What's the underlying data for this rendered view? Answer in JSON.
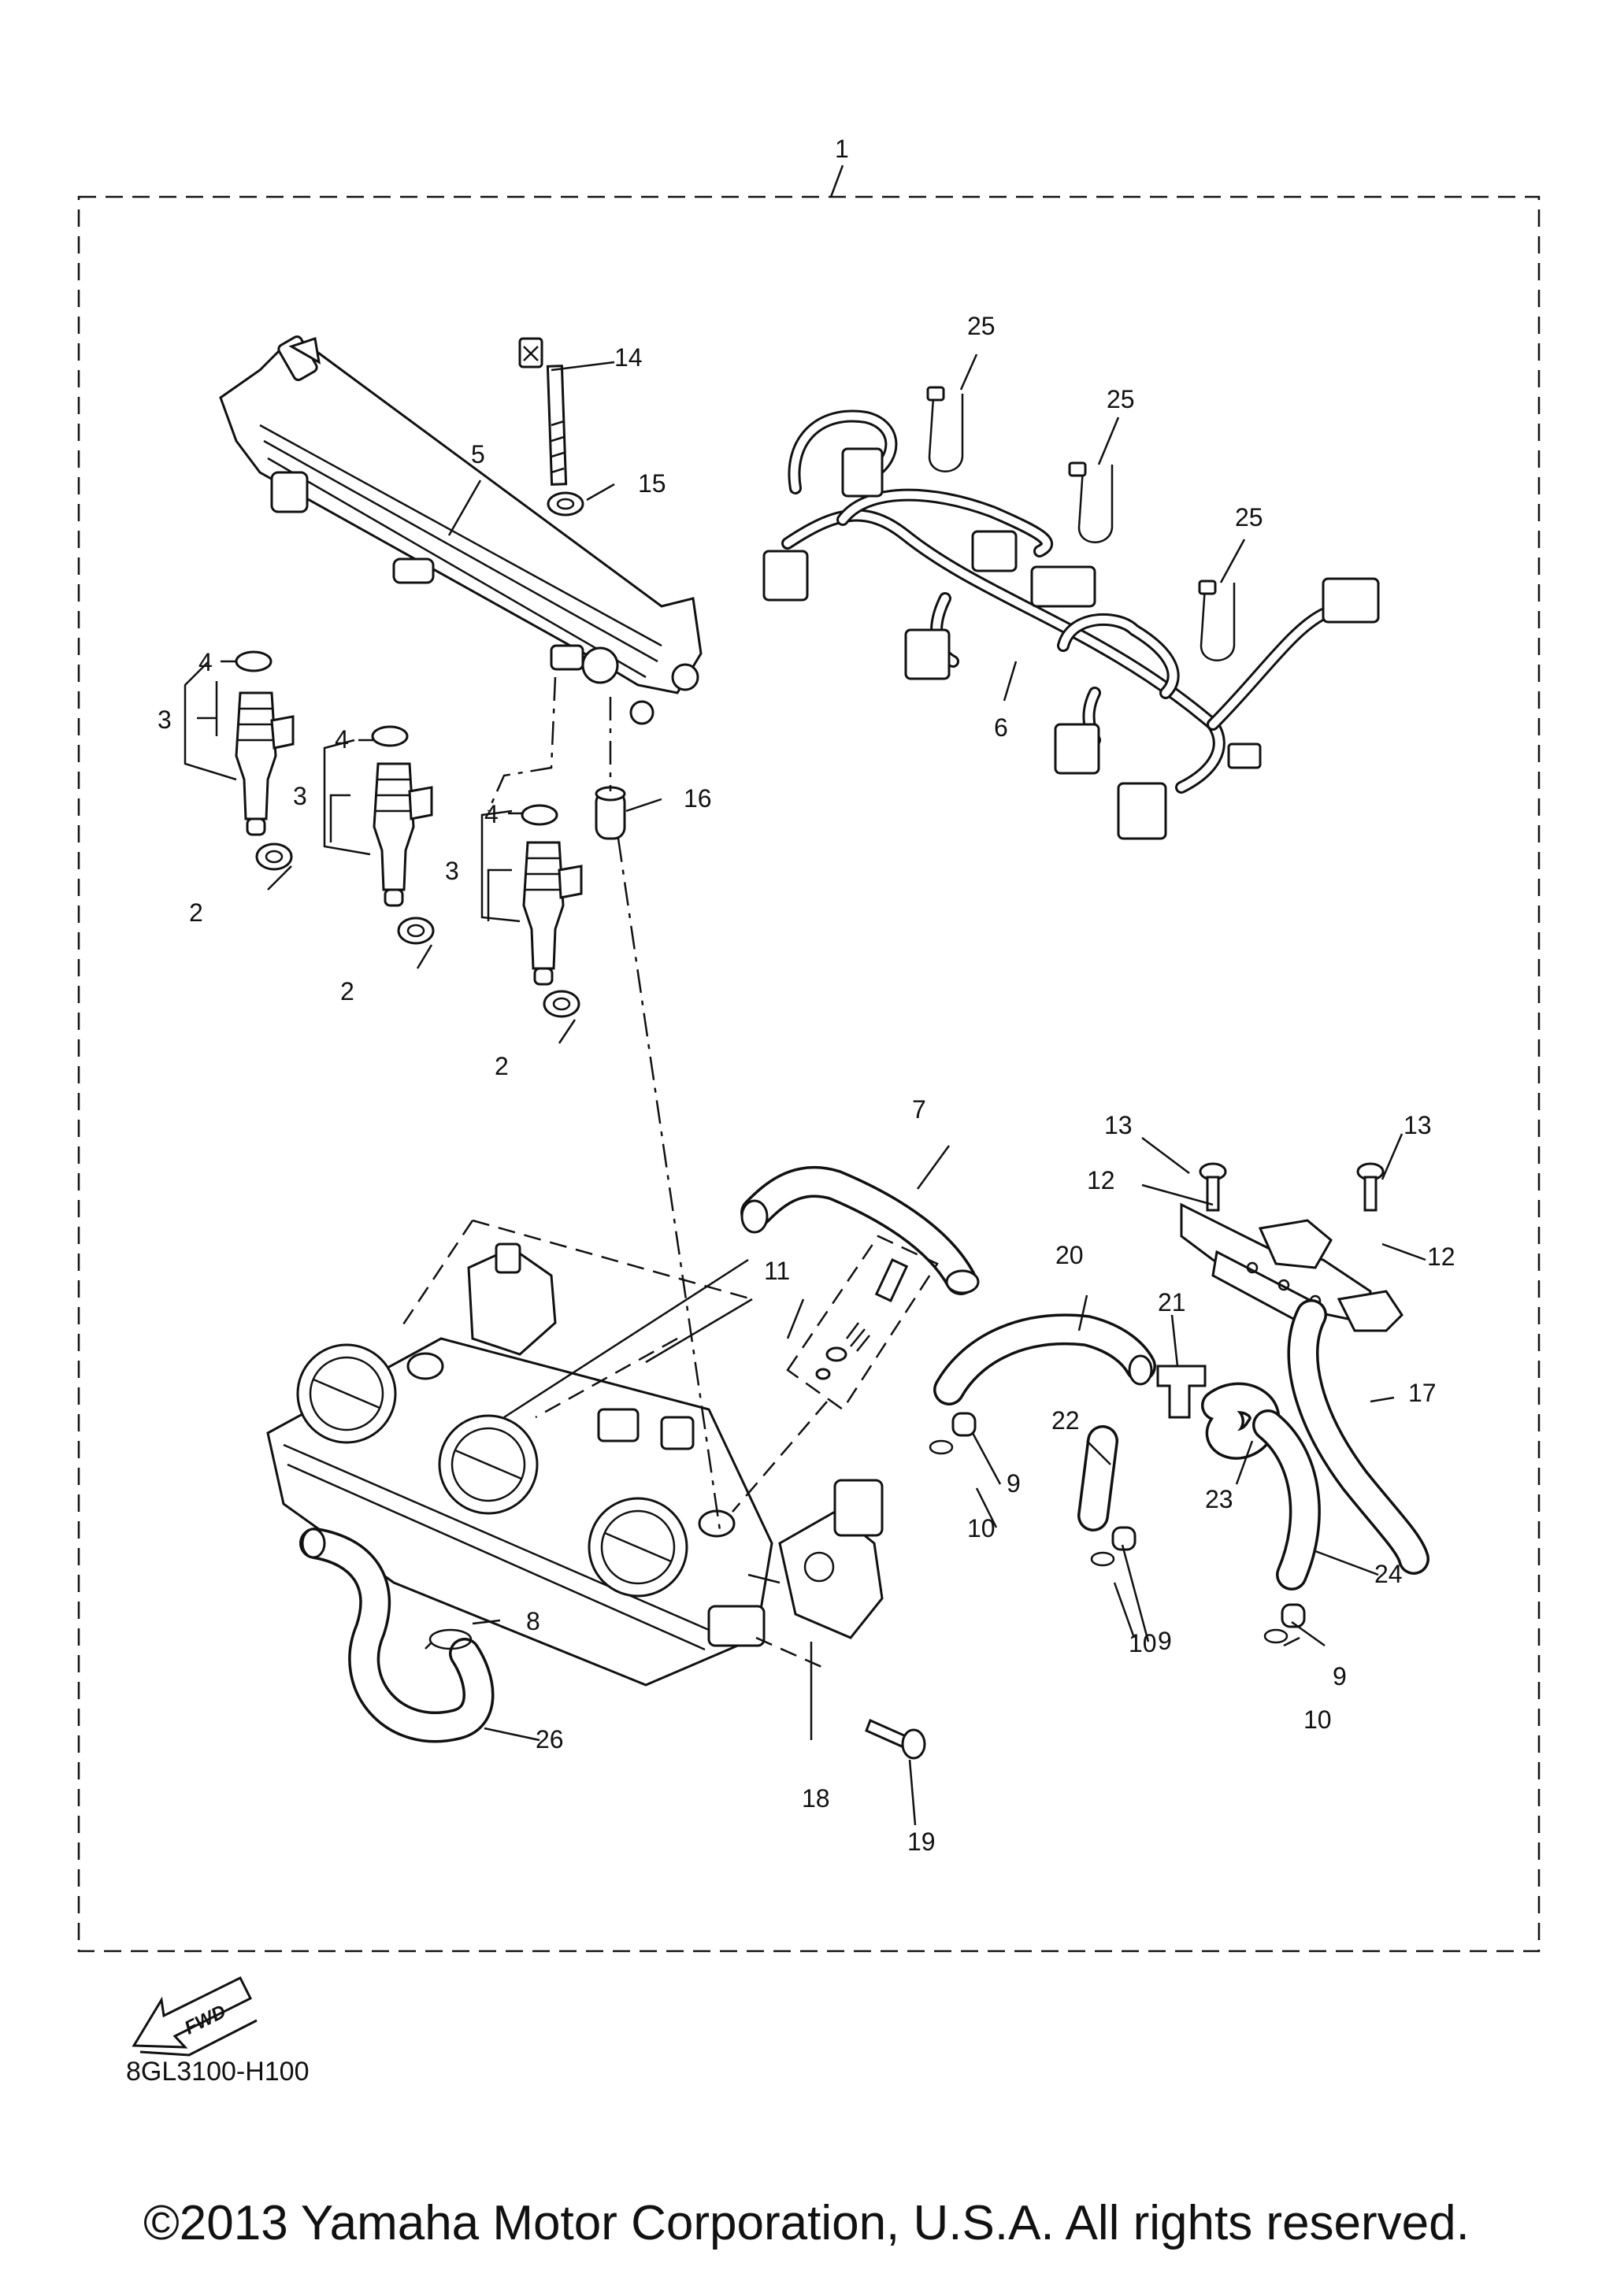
{
  "diagram": {
    "callouts": {
      "c1": "1",
      "c2a": "2",
      "c2b": "2",
      "c2c": "2",
      "c3a": "3",
      "c3b": "3",
      "c3c": "3",
      "c4a": "4",
      "c4b": "4",
      "c4c": "4",
      "c5": "5",
      "c6": "6",
      "c7": "7",
      "c8": "8",
      "c9a": "9",
      "c9b": "9",
      "c9c": "9",
      "c10a": "10",
      "c10b": "10",
      "c10c": "10",
      "c11": "11",
      "c12a": "12",
      "c12b": "12",
      "c13a": "13",
      "c13b": "13",
      "c14": "14",
      "c15": "15",
      "c16": "16",
      "c17": "17",
      "c18": "18",
      "c19": "19",
      "c20": "20",
      "c21": "21",
      "c22": "22",
      "c23": "23",
      "c24": "24",
      "c25a": "25",
      "c25b": "25",
      "c25c": "25",
      "c26": "26"
    },
    "fwd_label": "FWD",
    "diagram_code": "8GL3100-H100",
    "copyright": "©2013 Yamaha Motor Corporation, U.S.A. All rights reserved."
  }
}
